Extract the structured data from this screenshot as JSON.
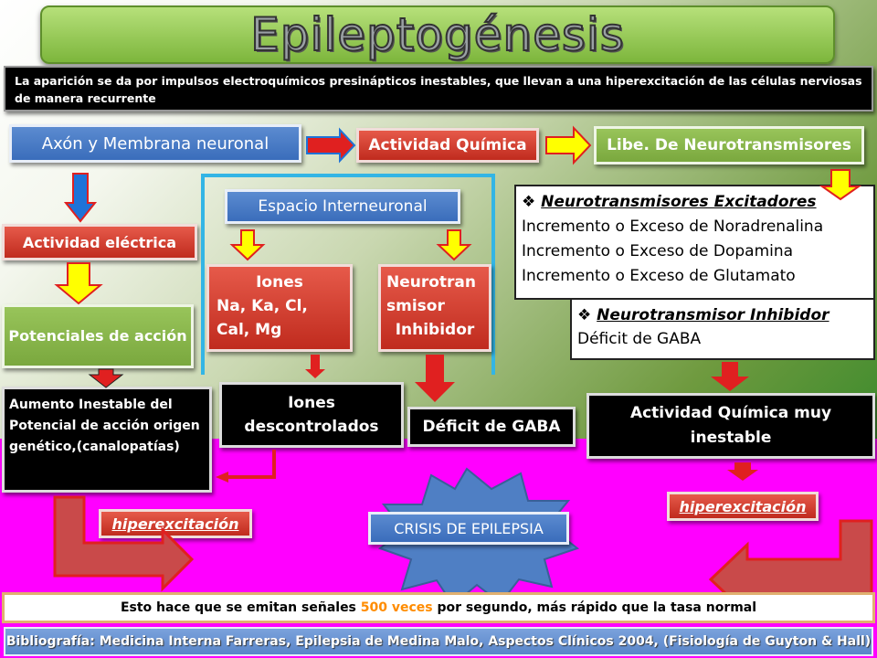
{
  "title": "Epileptogénesis",
  "intro": "La aparición se da por  impulsos electroquímicos presinápticos inestables, que llevan a una hiperexcitación de las células nerviosas de manera recurrente",
  "boxes": {
    "axon": "Axón  y  Membrana  neuronal",
    "actividad_quimica": "Actividad Química",
    "libe": "Libe. De Neurotransmisores",
    "actividad_electrica": "Actividad eléctrica",
    "potenciales": "Potenciales de acción",
    "aumento": "Aumento Inestable del Potencial de acción origen genético,(canalopatías)",
    "espacio": "Espacio Interneuronal",
    "iones_1": "Iones",
    "iones_2": "Na, Ka, Cl,",
    "iones_3": "Cal, Mg",
    "neuro_1": "Neurotran",
    "neuro_2": "smisor",
    "neuro_3": "Inhibidor",
    "iones_descontrolados": "Iones descontrolados",
    "deficit_gaba": "Déficit de GABA",
    "excitadores_title": "Neurotransmisores Excitadores",
    "excitadores_1": "Incremento o Exceso de Noradrenalina",
    "excitadores_2": "Incremento o Exceso de Dopamina",
    "excitadores_3": "Incremento o Exceso de Glutamato",
    "inhibidor_title": "Neurotransmisor  Inhibidor",
    "inhibidor_1": "Déficit de GABA",
    "actividad_inestable": "Actividad Química muy inestable",
    "hiper_left": "hiperexcitación",
    "hiper_right": "hiperexcitación",
    "crisis": "CRISIS DE EPILEPSIA"
  },
  "footer": {
    "text_before": "Esto hace que se emitan señales ",
    "highlight": "500 veces",
    "text_after": " por segundo, más rápido que la tasa normal"
  },
  "bibliografia": "Bibliografía: Medicina Interna Farreras, Epilepsia de Medina Malo, Aspectos Clínicos 2004, (Fisiología de Guyton & Hall)",
  "colors": {
    "title_bar": "#8ec63f",
    "magenta": "#ff00ff",
    "yellow_arrow": "#ffff00",
    "red_arrow": "#e02020",
    "blue_arrow": "#1e73d8",
    "bracket": "#33b5e5",
    "star": "#4f7fc4"
  }
}
